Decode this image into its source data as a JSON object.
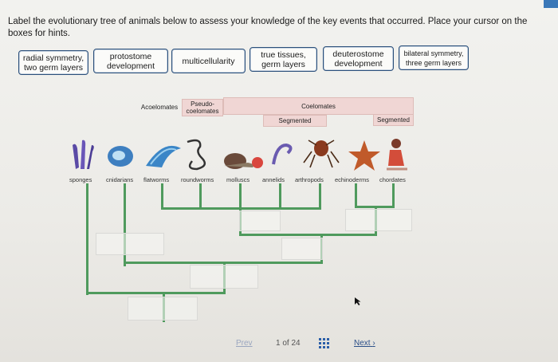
{
  "instructions": "Label the evolutionary tree of animals below to assess your knowledge of the key events that occurred. Place your cursor on the boxes for hints.",
  "labels": [
    "radial symmetry,\ntwo germ layers",
    "protostome\ndevelopment",
    "multicellularity",
    "true tissues,\ngerm layers",
    "deuterostome\ndevelopment",
    "bilateral symmetry,\nthree germ layers"
  ],
  "bands": {
    "acoelomates": "Acoelomates",
    "pseudocoelomates": "Pseudo-\ncoelomates",
    "coelomates": "Coelomates",
    "segmented_1": "Segmented",
    "segmented_2": "Segmented"
  },
  "animals": [
    "sponges",
    "cnidarians",
    "flatworms",
    "roundworms",
    "molluscs",
    "annelids",
    "arthropods",
    "echinoderms",
    "chordates"
  ],
  "pagination": {
    "prev": "Prev",
    "page": "1 of 24",
    "next": "Next"
  },
  "colors": {
    "tree": "#4f9a5d",
    "chip_border": "#2b4f7a",
    "band": "#f0d6d4",
    "link": "#2b4f88"
  }
}
